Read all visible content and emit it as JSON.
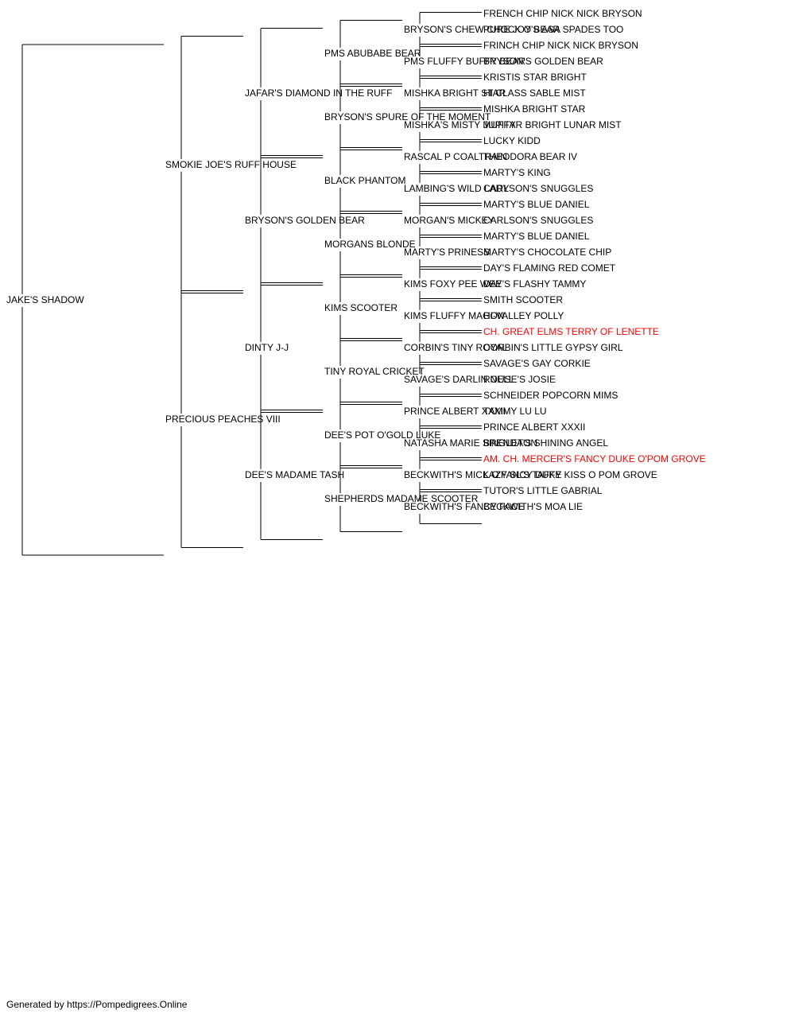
{
  "pedigree": {
    "name": "JAKE'S SHADOW",
    "sire": {
      "name": "SMOKIE JOE'S RUFF HOUSE",
      "sire": {
        "name": "JAFAR'S DIAMOND IN THE RUFF",
        "sire": {
          "name": "PMS ABUBABE BEAR",
          "sire": {
            "name": "BRYSON'S CHEW CHOCK O BEAR",
            "sire": {
              "name": "FRENCH CHIP NICK NICK BRYSON"
            },
            "dam": {
              "name": "PURE JOY'S ASA SPADES TOO"
            }
          },
          "dam": {
            "name": "PMS FLUFFY BUFFY BEAR",
            "sire": {
              "name": "FRINCH CHIP NICK NICK BRYSON"
            },
            "dam": {
              "name": "BRYSON'S GOLDEN BEAR"
            }
          }
        },
        "dam": {
          "name": "BRYSON'S SPURE OF THE MOMENT",
          "sire": {
            "name": "MISHKA BRIGHT STAR",
            "sire": {
              "name": "KRISTIS STAR BRIGHT"
            },
            "dam": {
              "name": "HI CLASS SABLE MIST"
            }
          },
          "dam": {
            "name": "MISHKA'S MISTY MUFFY",
            "sire": {
              "name": "MISHKA BRIGHT STAR"
            },
            "dam": {
              "name": "JUPITAR BRIGHT LUNAR MIST"
            }
          }
        }
      },
      "dam": {
        "name": "BRYSON'S GOLDEN BEAR",
        "sire": {
          "name": "BLACK PHANTOM",
          "sire": {
            "name": "RASCAL P COALTRAIN",
            "sire": {
              "name": "LUCKY KIDD"
            },
            "dam": {
              "name": "THEODORA BEAR IV"
            }
          },
          "dam": {
            "name": "LAMBING'S WILD LADY",
            "sire": {
              "name": "MARTY'S KING"
            },
            "dam": {
              "name": "CARLSON'S SNUGGLES"
            }
          }
        },
        "dam": {
          "name": "MORGANS BLONDE",
          "sire": {
            "name": "MORGAN'S MICKEY",
            "sire": {
              "name": "MARTY'S BLUE DANIEL"
            },
            "dam": {
              "name": "CARLSON'S SNUGGLES"
            }
          },
          "dam": {
            "name": "MARTY'S PRINESS",
            "sire": {
              "name": "MARTY'S BLUE DANIEL"
            },
            "dam": {
              "name": "MARTY'S CHOCOLATE CHIP"
            }
          }
        }
      }
    },
    "dam": {
      "name": "PRECIOUS PEACHES VIII",
      "sire": {
        "name": "DINTY J-J",
        "sire": {
          "name": "KIMS SCOOTER",
          "sire": {
            "name": "KIMS FOXY PEE WEE",
            "sire": {
              "name": "DAY'S FLAMING RED COMET"
            },
            "dam": {
              "name": "DAY'S FLASHY TAMMY"
            }
          },
          "dam": {
            "name": "KIMS FLUFFY MAGON",
            "sire": {
              "name": "SMITH SCOOTER"
            },
            "dam": {
              "name": "HI-VALLEY POLLY"
            }
          }
        },
        "dam": {
          "name": "TINY ROYAL CRICKET",
          "sire": {
            "name": "CORBIN'S TINY ROYAL",
            "sire": {
              "name": "CH. GREAT ELMS TERRY OF LENETTE",
              "champion": true
            },
            "dam": {
              "name": "CORBIN'S LITTLE GYPSY GIRL"
            }
          },
          "dam": {
            "name": "SAVAGE'S DARLIN NELL",
            "sire": {
              "name": "SAVAGE'S GAY CORKIE"
            },
            "dam": {
              "name": "ROUSE'S JOSIE"
            }
          }
        }
      },
      "dam": {
        "name": "DEE'S MADAME TASH",
        "sire": {
          "name": "DEE'S POT O'GOLD LUKE",
          "sire": {
            "name": "PRINCE ALBERT XXXII",
            "sire": {
              "name": "SCHNEIDER POPCORN MIMS"
            },
            "dam": {
              "name": "TAMMY LU LU"
            }
          },
          "dam": {
            "name": "NATASHA MARIE SINGLETON",
            "sire": {
              "name": "PRINCE ALBERT XXXII"
            },
            "dam": {
              "name": "BRENDA'S SHINING ANGEL"
            }
          }
        },
        "dam": {
          "name": "SHEPHERDS MADAME SCOOTER",
          "sire": {
            "name": "BECKWITH'S MICK O'FANCY DUKE",
            "sire": {
              "name": "AM. CH. MERCER'S FANCY DUKE O'POM GROVE",
              "champion": true
            },
            "dam": {
              "name": "LAZY SL'S TAFFY KISS O POM GROVE"
            }
          },
          "dam": {
            "name": "BECKWITH'S FANCY FACE",
            "sire": {
              "name": "TUTOR'S LITTLE GABRIAL"
            },
            "dam": {
              "name": "BECKWITH'S MOA LIE"
            }
          }
        }
      }
    }
  },
  "colors": {
    "line": "#000000",
    "text": "#000000",
    "champion": "#ff0000"
  },
  "footer": "Generated by https://Pompedigrees.Online"
}
